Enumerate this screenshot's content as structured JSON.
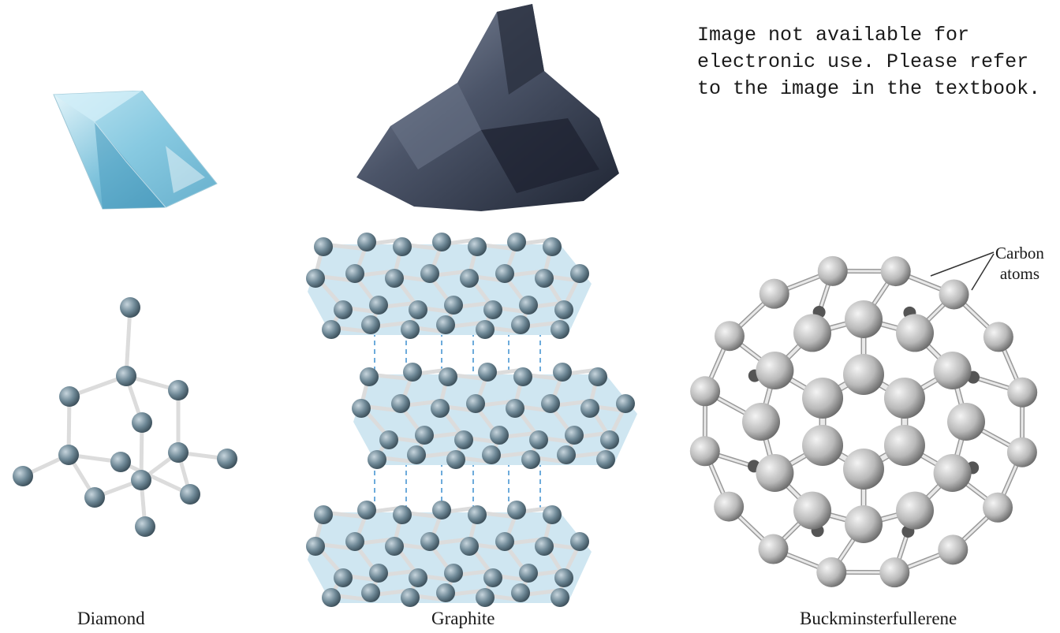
{
  "notice": {
    "text": "Image not available for electronic use. Please refer to the image in the textbook."
  },
  "captions": {
    "diamond": "Diamond",
    "graphite": "Graphite",
    "fullerene": "Buckminsterfullerene"
  },
  "annotation": {
    "line1": "Carbon",
    "line2": "atoms"
  },
  "colors": {
    "atom_blue": "#6e8896",
    "atom_gray": "#b9b9b9",
    "layer_fill": "#cfe6f1",
    "bond": "#d8d8d8",
    "dash": "#3d8fcf"
  }
}
